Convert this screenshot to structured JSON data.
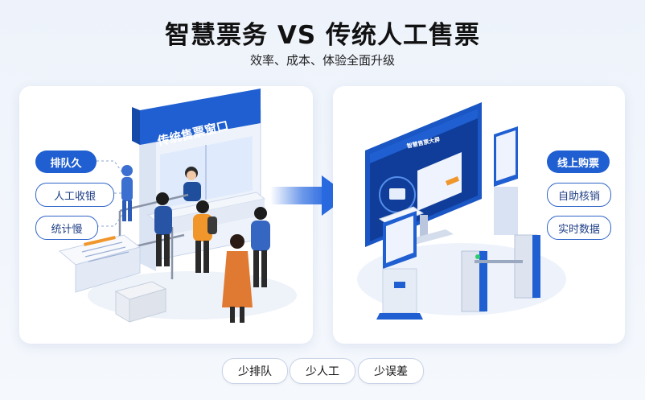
{
  "title": "智慧票务 VS 传统人工售票",
  "subtitle": "效率、成本、体验全面升级",
  "left_panel": {
    "booth_sign": "传统售票窗口",
    "pills": [
      {
        "label": "排队久",
        "style": "solid"
      },
      {
        "label": "人工收银",
        "style": "outline"
      },
      {
        "label": "统计慢",
        "style": "outline"
      }
    ]
  },
  "right_panel": {
    "screen_title": "智慧售票大屏",
    "pills": [
      {
        "label": "线上购票",
        "style": "solid"
      },
      {
        "label": "自助核销",
        "style": "outline"
      },
      {
        "label": "实时数据",
        "style": "outline"
      }
    ]
  },
  "bottom_tags": [
    "少排队",
    "少人工",
    "少误差"
  ],
  "colors": {
    "accent": "#1f5fd1",
    "arrow": "#2a6ae0",
    "panel": "#ffffff"
  }
}
